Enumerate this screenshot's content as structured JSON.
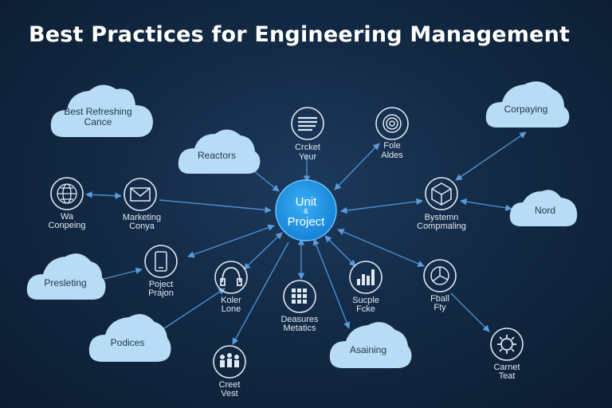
{
  "title": "Best Practices for Engineering Management",
  "center": {
    "line1": "Unit",
    "line2": "&",
    "line3": "Project"
  },
  "clouds": [
    {
      "id": "c1",
      "lines": [
        "Best Refreshing",
        "Cance"
      ]
    },
    {
      "id": "c2",
      "lines": [
        "Reactors"
      ]
    },
    {
      "id": "c3",
      "lines": [
        "Corpaying"
      ]
    },
    {
      "id": "c4",
      "lines": [
        "Nord"
      ]
    },
    {
      "id": "c5",
      "lines": [
        "Presleting"
      ]
    },
    {
      "id": "c6",
      "lines": [
        "Podices"
      ]
    },
    {
      "id": "c7",
      "lines": [
        "Asaining"
      ]
    }
  ],
  "nodes": [
    {
      "id": "n1",
      "icon": "list-icon",
      "lines": [
        "Crcket",
        "Yeur"
      ]
    },
    {
      "id": "n2",
      "icon": "spiral-icon",
      "lines": [
        "Fole",
        "Aldes"
      ]
    },
    {
      "id": "n3",
      "icon": "globe-icon",
      "lines": [
        "Wa",
        "Conpeing"
      ]
    },
    {
      "id": "n4",
      "icon": "mail-icon",
      "lines": [
        "Marketing",
        "Conya"
      ]
    },
    {
      "id": "n5",
      "icon": "cube-icon",
      "lines": [
        "Bystemn",
        "Compmaling"
      ]
    },
    {
      "id": "n6",
      "icon": "mobile-icon",
      "lines": [
        "Poject",
        "Prajon"
      ]
    },
    {
      "id": "n7",
      "icon": "headset-icon",
      "lines": [
        "Koler",
        "Lone"
      ]
    },
    {
      "id": "n8",
      "icon": "grid-icon",
      "lines": [
        "Deasures",
        "Metatics"
      ]
    },
    {
      "id": "n9",
      "icon": "bar-chart-icon",
      "lines": [
        "Sucple",
        "Fcke"
      ]
    },
    {
      "id": "n10",
      "icon": "pie-chart-icon",
      "lines": [
        "Fball",
        "Fty"
      ]
    },
    {
      "id": "n11",
      "icon": "team-icon",
      "lines": [
        "Creet",
        "Vest"
      ]
    },
    {
      "id": "n12",
      "icon": "gear-icon",
      "lines": [
        "Carnet",
        "Teat"
      ]
    }
  ],
  "colors": {
    "background": "#132a45",
    "cloud": "#b9dcf6",
    "center": "#1a8fe0",
    "connector": "#4c8fd0",
    "icon_stroke": "#dfe8f3"
  }
}
